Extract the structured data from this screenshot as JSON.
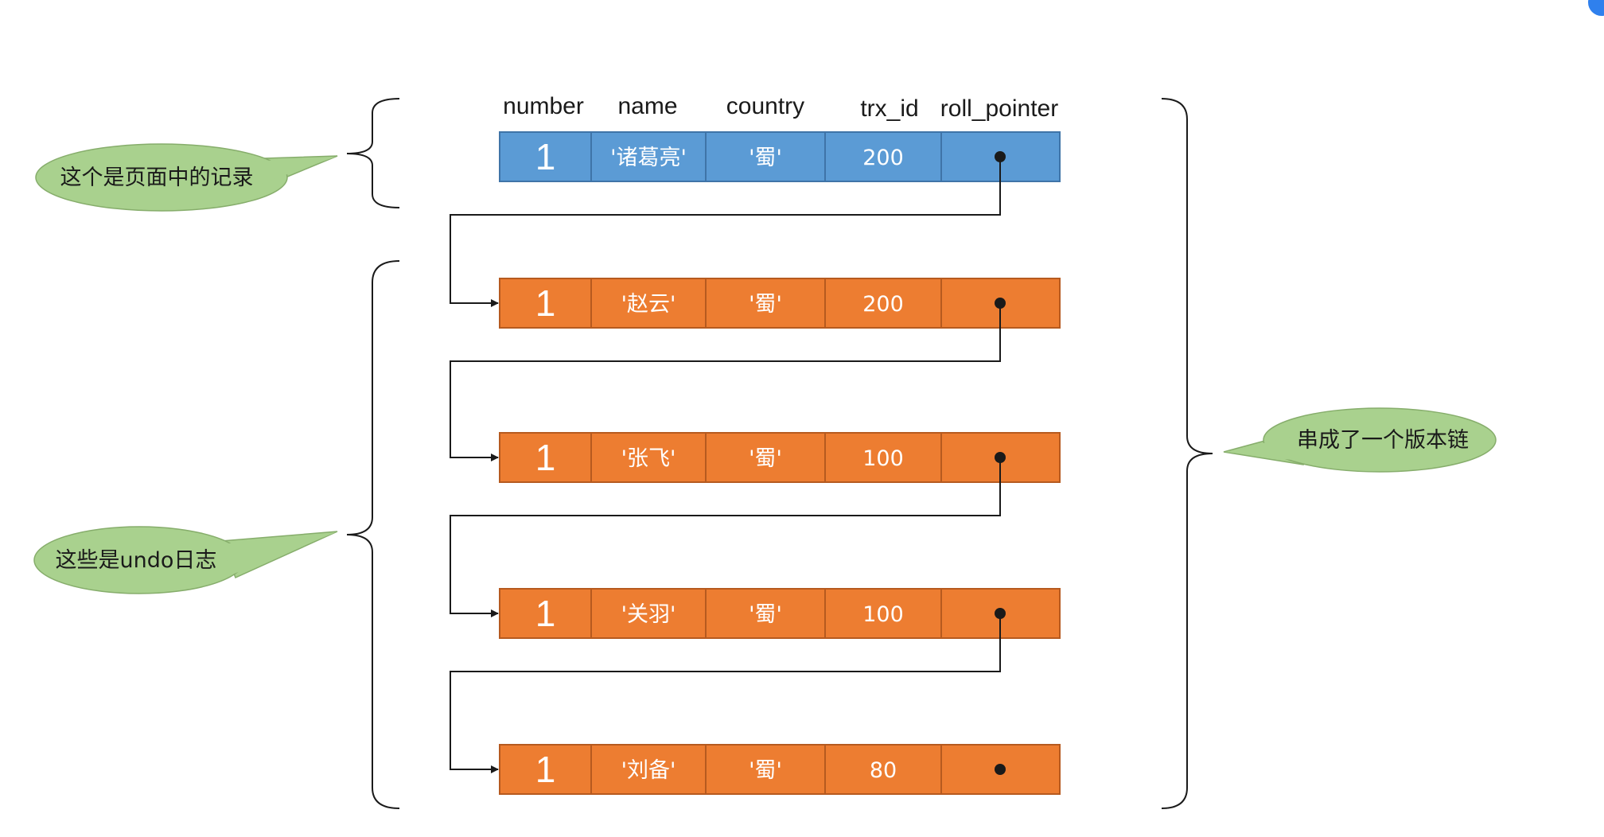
{
  "headers": [
    "number",
    "name",
    "country",
    "trx_id",
    "roll_pointer"
  ],
  "records": [
    {
      "kind": "page",
      "number": "1",
      "name": "'诸葛亮'",
      "country": "'蜀'",
      "trx_id": "200"
    },
    {
      "kind": "undo",
      "number": "1",
      "name": "'赵云'",
      "country": "'蜀'",
      "trx_id": "200"
    },
    {
      "kind": "undo",
      "number": "1",
      "name": "'张飞'",
      "country": "'蜀'",
      "trx_id": "100"
    },
    {
      "kind": "undo",
      "number": "1",
      "name": "'关羽'",
      "country": "'蜀'",
      "trx_id": "100"
    },
    {
      "kind": "undo",
      "number": "1",
      "name": "'刘备'",
      "country": "'蜀'",
      "trx_id": "80"
    }
  ],
  "callouts": {
    "page_record": "这个是页面中的记录",
    "undo_logs": "这些是undo日志",
    "version_chain": "串成了一个版本链"
  },
  "colors": {
    "page_fill": "#5b9bd5",
    "page_stroke": "#3f74a8",
    "undo_fill": "#ed7d31",
    "undo_stroke": "#b65a1f",
    "callout_fill": "#a9d18e",
    "callout_stroke": "#86ad6b",
    "line": "#1a1a1a"
  }
}
